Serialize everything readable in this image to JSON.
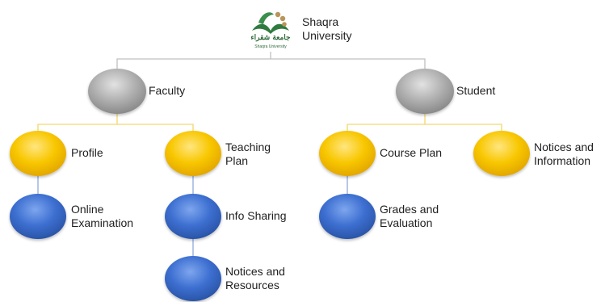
{
  "root": {
    "title": "Shaqra University",
    "logo_arabic": "جامعة شقراء",
    "logo_english": "Shaqra University"
  },
  "nodes": {
    "faculty": "Faculty",
    "student": "Student",
    "profile": "Profile",
    "online_examination": "Online Examination",
    "teaching_plan": "Teaching Plan",
    "info_sharing": "Info Sharing",
    "notices_resources": "Notices and Resources",
    "course_plan": "Course Plan",
    "grades_evaluation": "Grades and Evaluation",
    "notices_information": "Notices and Information"
  },
  "colors": {
    "gray": "#a6a6a6",
    "yellow": "#f7c600",
    "blue": "#3a6ecf",
    "connector_gray": "#c0c0c0",
    "connector_yellow": "#f3d66d",
    "connector_blue": "#8faadc"
  }
}
